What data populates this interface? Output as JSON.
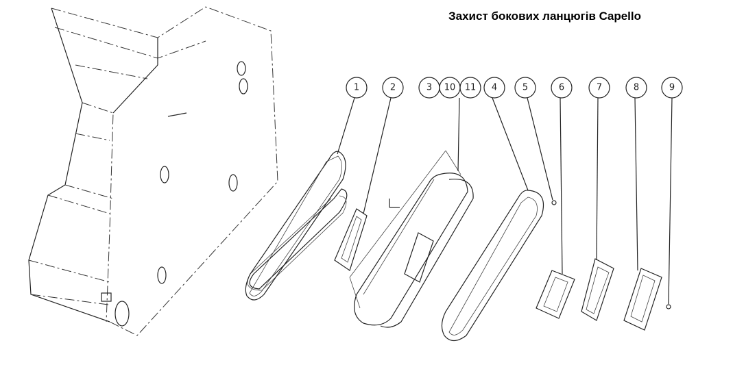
{
  "title": "Захист бокових ланцюгів Capello",
  "callouts": [
    "1",
    "2",
    "3",
    "10",
    "11",
    "4",
    "5",
    "6",
    "7",
    "8",
    "9"
  ]
}
